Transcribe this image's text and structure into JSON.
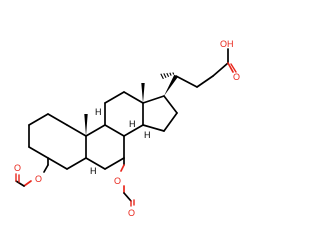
{
  "structure": {
    "atom_labels": {
      "acid_hydroxyl": "OH",
      "acid_carbonyl_o": "O",
      "ester3_oxygen": "O",
      "ester3_carbonyl_o": "O",
      "ester7_oxygen": "O",
      "ester7_carbonyl_o": "O"
    },
    "hydrogen_labels": {
      "h8": "H",
      "h9": "H",
      "h14": "H",
      "h5": "H"
    }
  },
  "colors": {
    "bond": "#000000",
    "heteroatom_o": "#e8261b",
    "hydrogen": "#000000",
    "background": "#ffffff"
  }
}
